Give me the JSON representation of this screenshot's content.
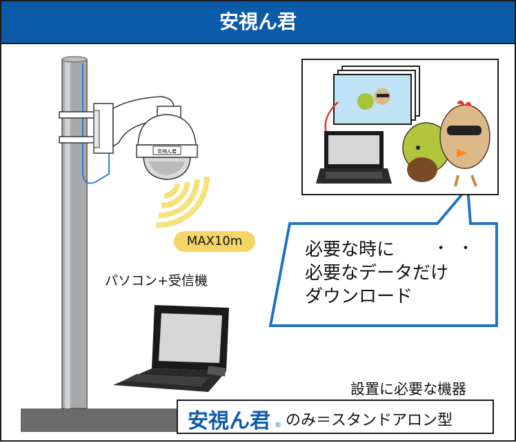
{
  "header": {
    "title": "安視ん君"
  },
  "labels": {
    "pc_receiver": "パソコン+受信機",
    "max_range": "MAX10m",
    "camera_plate": "安視ん君"
  },
  "bubble": {
    "lines": [
      "必要な時に",
      "必要なデータだけ",
      "ダウンロード"
    ],
    "dots": "・・"
  },
  "footer": {
    "required_label": "設置に必要な機器",
    "logo_text": "安視ん君",
    "logo_mark": "®",
    "standalone": "のみ＝スタンドアロン型"
  },
  "colors": {
    "header_bg": "#0c5ba8",
    "brand_blue": "#0c5ba8",
    "signal_yellow": "#f6e27a",
    "badge_yellow": "#f5d565",
    "pole_gray": "#a7a9ac",
    "ground": "#6b6b6b"
  }
}
